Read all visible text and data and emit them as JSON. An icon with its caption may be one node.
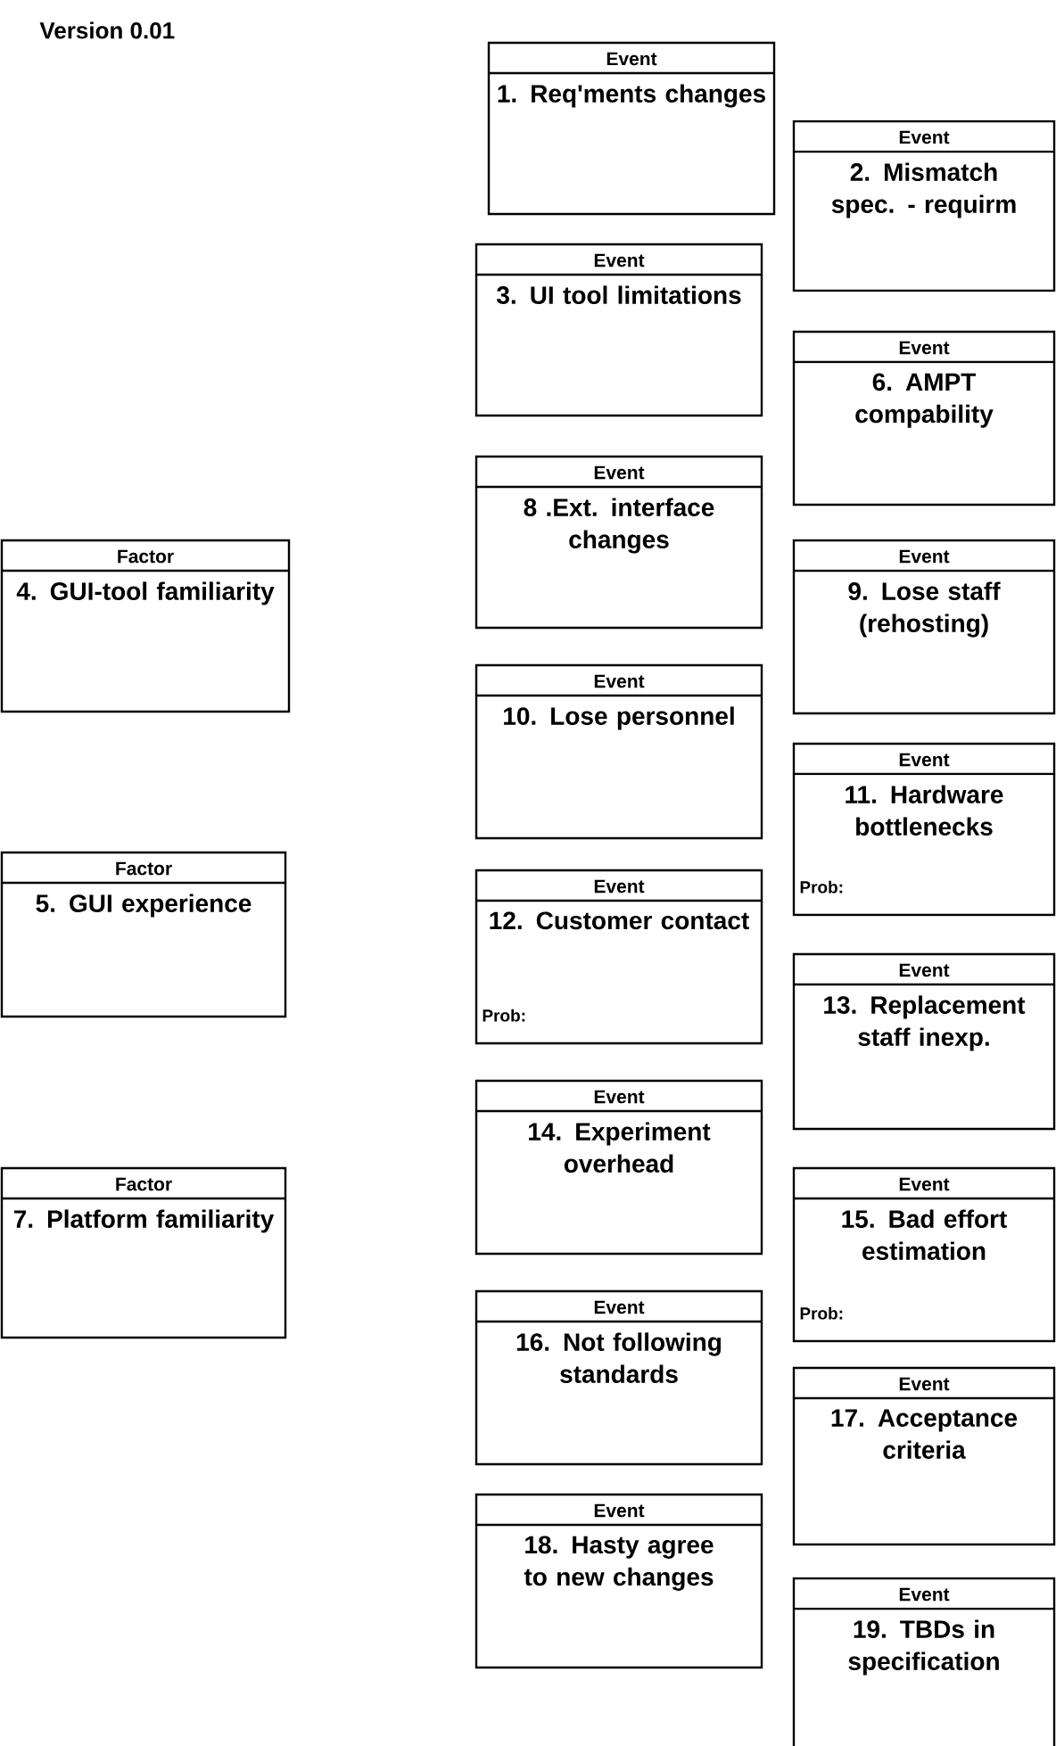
{
  "diagram": {
    "nodes": [
      {
        "text": [
          "Event",
          "1. Req'ments changes"
        ]
      },
      {
        "text": [
          "Event",
          "2. Mismatch spec. - requirm"
        ]
      },
      {
        "text": [
          "Event",
          "3. UI tool limitations"
        ]
      },
      {
        "text": [
          "Factor",
          "4. GUI-tool familiarity"
        ]
      },
      {
        "text": [
          "Factor",
          "5. GUI experience"
        ]
      },
      {
        "text": [
          "Event",
          "6. AMPT compability"
        ]
      },
      {
        "text": [
          "Factor",
          "7. Platform familiarity"
        ]
      },
      {
        "text": [
          "Event",
          "8 .Ext. interface changes"
        ]
      },
      {
        "text": [
          "Event",
          "9. Lose staff (rehosting)"
        ]
      },
      {
        "text": [
          "Event",
          "10. Lose personnel"
        ]
      },
      {
        "text": [
          "Event",
          "11. Hardware bottlenecks",
          "Prob:"
        ]
      },
      {
        "text": [
          "Event",
          "12. Customer contact",
          "Prob:"
        ]
      },
      {
        "text": [
          "Event",
          "13. Replacement staff inexp."
        ]
      },
      {
        "text": [
          "Event",
          "14. Experiment overhead"
        ]
      },
      {
        "text": [
          "Event",
          "15. Bad effort estimation",
          "Prob:"
        ]
      },
      {
        "text": [
          "Event",
          "16. Not following standards"
        ]
      },
      {
        "text": [
          "Event",
          "17. Acceptance criteria"
        ]
      },
      {
        "text": [
          "Event",
          "18. Hasty agree to new changes"
        ]
      },
      {
        "text": [
          "Event",
          "19. TBDs in specification"
        ]
      }
    ],
    "labels": [
      "Version 0.01"
    ]
  }
}
